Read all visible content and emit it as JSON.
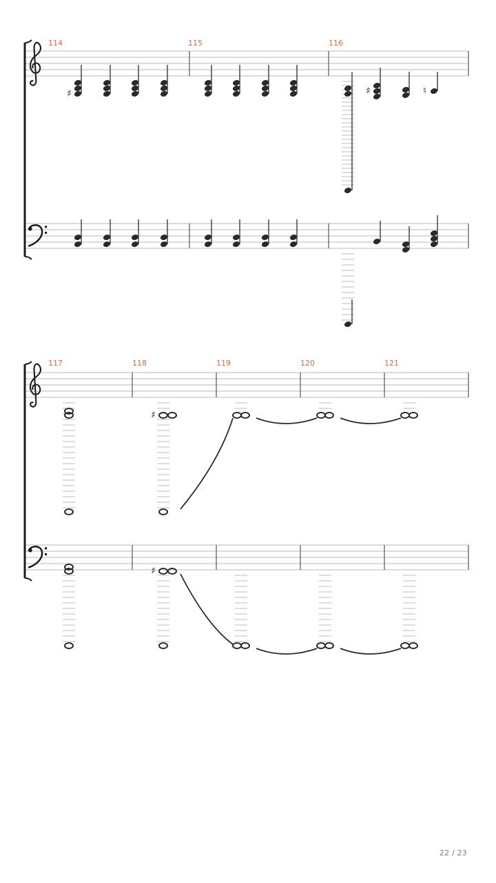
{
  "colors": {
    "measure_number": "#e86a3a",
    "staff_line": "#b8b8b8",
    "note": "#2a2a2a",
    "page_number": "#7a7a7a"
  },
  "clefs": [
    "treble-clef",
    "bass-clef"
  ],
  "systems": [
    {
      "measures": [
        {
          "number": "114"
        },
        {
          "number": "115"
        },
        {
          "number": "116"
        }
      ]
    },
    {
      "measures": [
        {
          "number": "117"
        },
        {
          "number": "118"
        },
        {
          "number": "119"
        },
        {
          "number": "120"
        },
        {
          "number": "121"
        }
      ]
    }
  ],
  "page": {
    "number_label": "22 / 23"
  }
}
